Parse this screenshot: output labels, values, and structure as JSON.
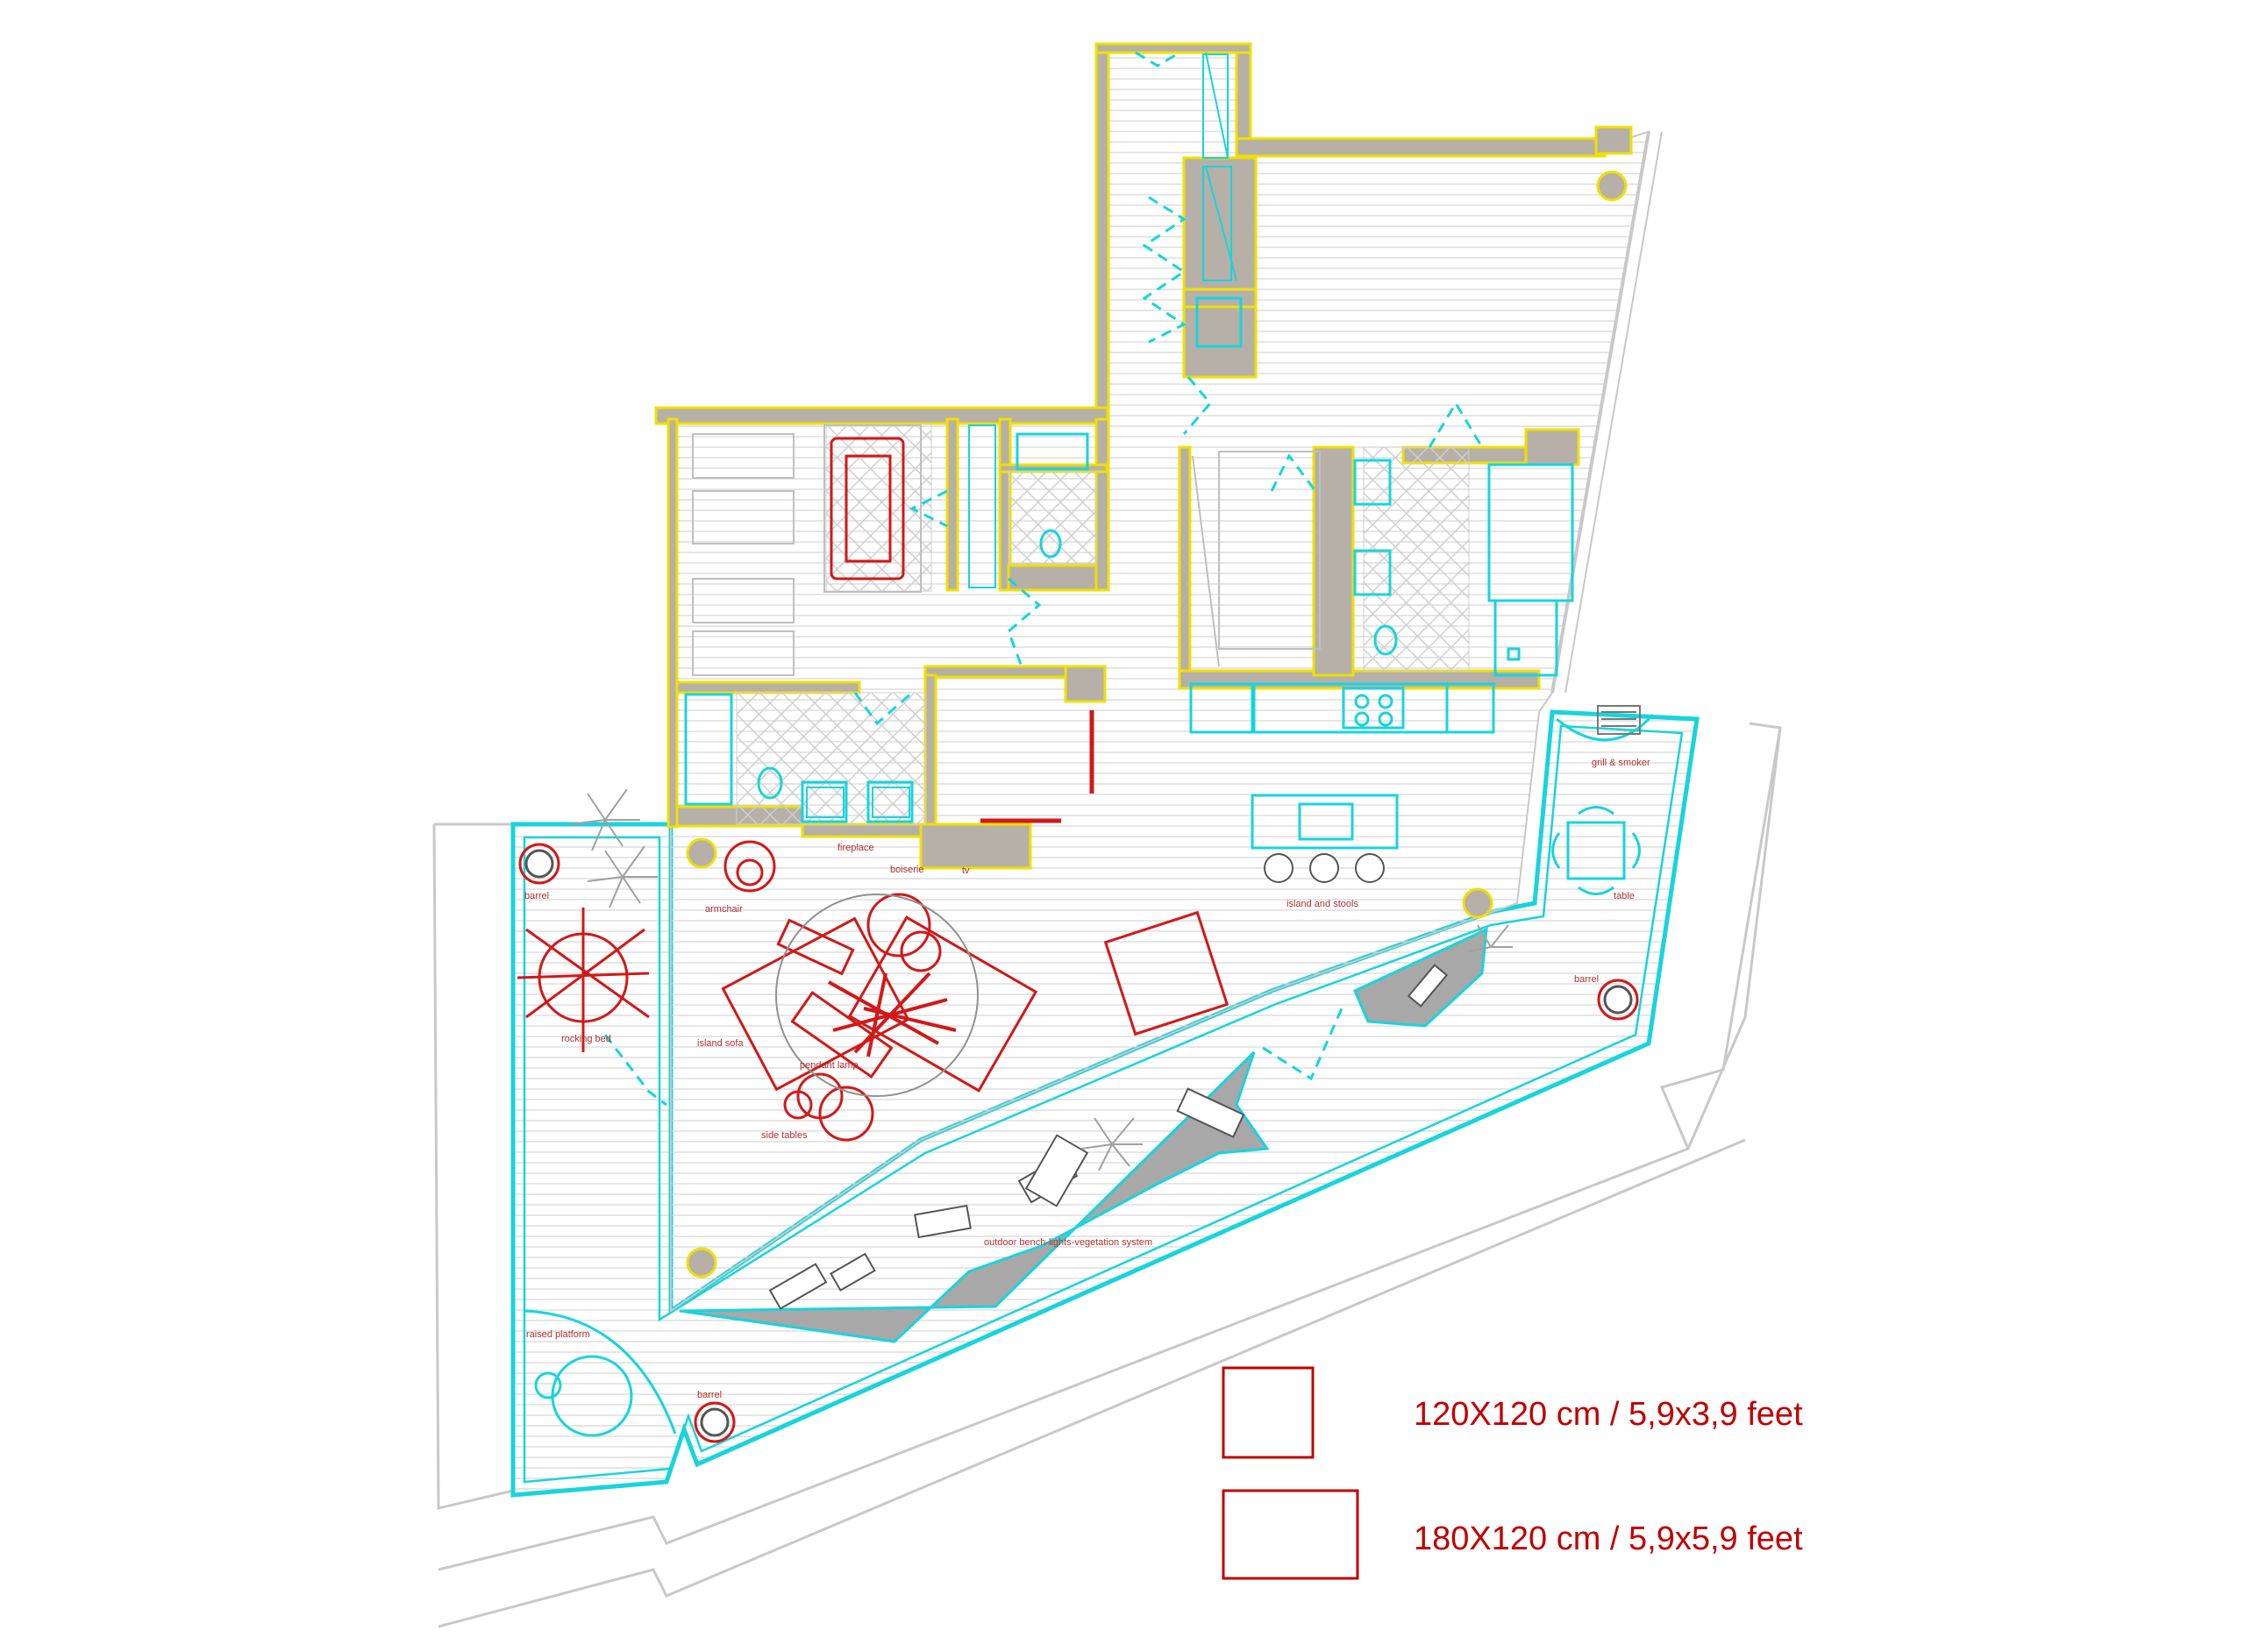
{
  "colors": {
    "wall_fill": "#b6b0a8",
    "wall_edge": "#f0e000",
    "fixture": "#18d4dc",
    "furniture": "#d21818",
    "annotation": "#b0302e",
    "hatch": "#d0d0d0",
    "outline": "#c8c8c8",
    "planter": "#a8a8a8"
  },
  "labels": {
    "fireplace": "fireplace",
    "boiserie": "boiserie",
    "tv": "tv",
    "armchair": "armchair",
    "island_and_stools": "island and stools",
    "grill_and_smoker": "grill & smoker",
    "table": "table",
    "barrel_left": "barrel",
    "barrel_right": "barrel",
    "barrel_bottom": "barrel",
    "rocking_bed": "rocking bed",
    "island_sofa": "island sofa",
    "pendant_lamp": "pendant lamp",
    "side_tables": "side tables",
    "outdoor_bench": "outdoor bench-lights-vegetation system",
    "raised_platform": "raised platform"
  },
  "legend": {
    "item1": "120X120 cm / 5,9x3,9 feet",
    "item2": "180X120 cm / 5,9x5,9 feet"
  },
  "icons": {
    "plant": "plant-icon",
    "barrel": "barrel-icon",
    "column": "column-icon"
  }
}
